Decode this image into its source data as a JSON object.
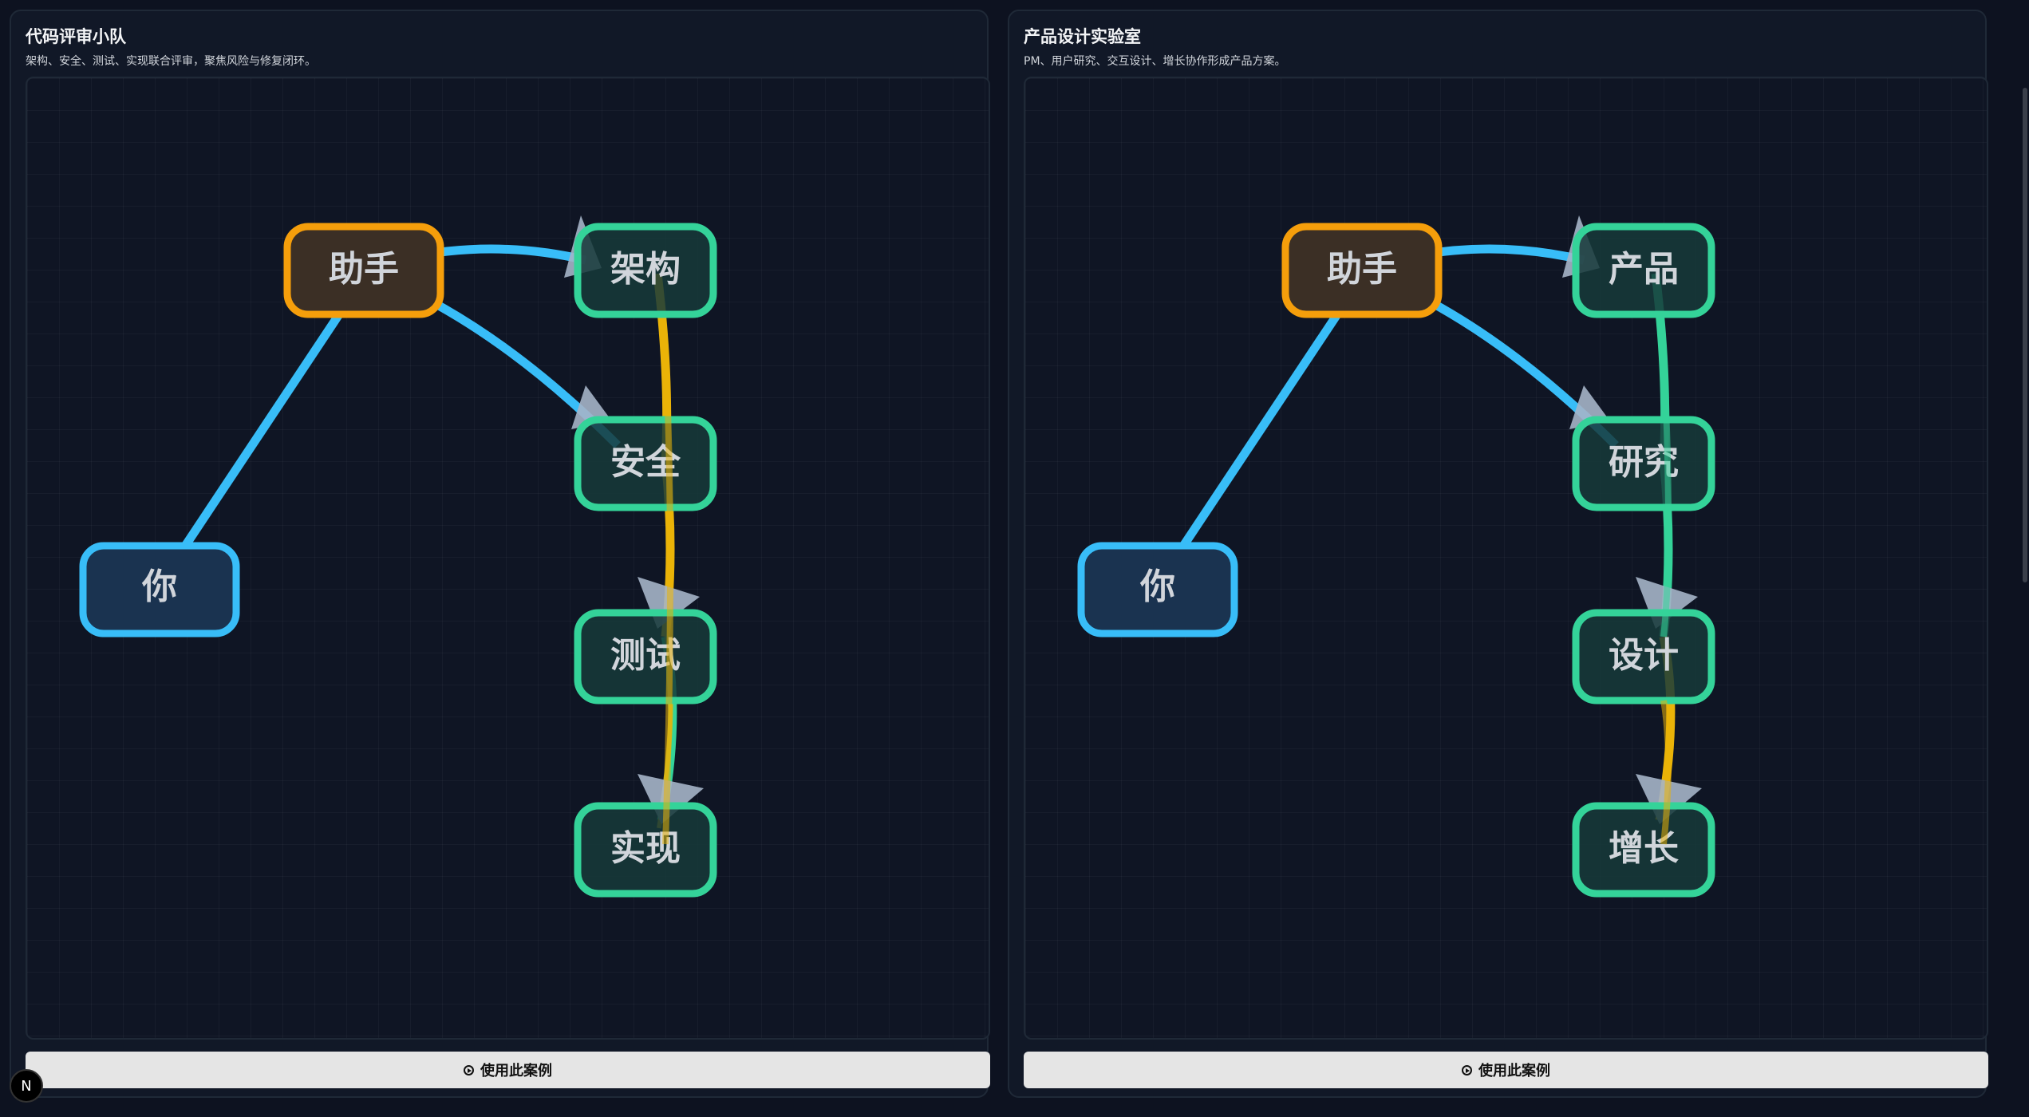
{
  "cards": [
    {
      "title": "代码评审小队",
      "description": "架构、安全、测试、实现联合评审，聚焦风险与修复闭环。",
      "button_label": "使用此案例",
      "nodes": {
        "you": "你",
        "assistant": "助手",
        "a": "架构",
        "b": "安全",
        "c": "测试",
        "d": "实现"
      },
      "chain_colors": [
        "#eab308",
        "#eab308",
        "#34d399"
      ]
    },
    {
      "title": "产品设计实验室",
      "description": "PM、用户研究、交互设计、增长协作形成产品方案。",
      "button_label": "使用此案例",
      "nodes": {
        "you": "你",
        "assistant": "助手",
        "a": "产品",
        "b": "研究",
        "c": "设计",
        "d": "增长"
      },
      "chain_colors": [
        "#34d399",
        "#34d399",
        "#eab308"
      ]
    }
  ],
  "colors": {
    "user_edge": "#38bdf8",
    "assistant_border": "#f59e0b",
    "agent_border": "#34d399",
    "you_fill": "#1a3350",
    "assistant_fill": "#3b2f25",
    "agent_fill": "#163a3a",
    "arrowhead": "#a5b4c8"
  },
  "badge": "N"
}
